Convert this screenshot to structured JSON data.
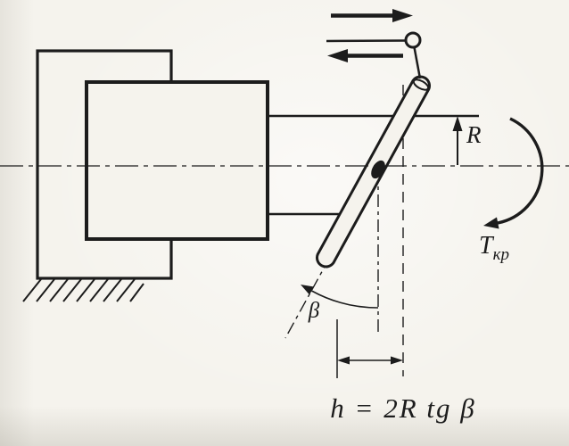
{
  "figure": {
    "kind": "mechanism-schematic",
    "description": "Clamped housing with shaft and tilted swash rod; torque arrow, radius and angle dimensions, stroke formula",
    "labels": {
      "radius": "R",
      "angle": "β",
      "torque_main": "T",
      "torque_sub": "кр",
      "formula": "h = 2R tg β"
    },
    "colors": {
      "ink": "#1c1c1c",
      "paper": "#f5f3ed"
    }
  }
}
